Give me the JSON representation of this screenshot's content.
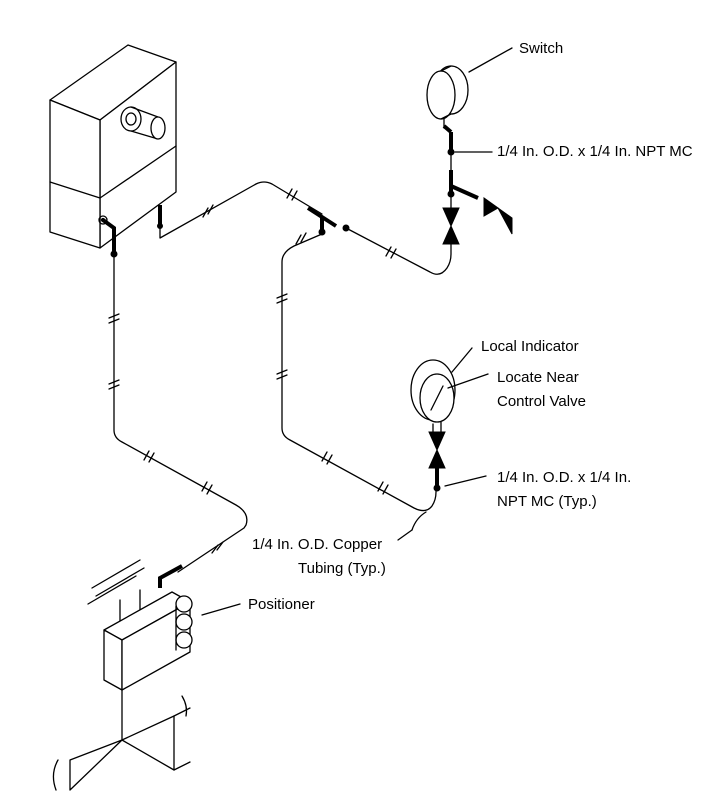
{
  "labels": {
    "switch": "Switch",
    "switch_fitting": "1/4 In. O.D. x 1/4 In. NPT MC",
    "local_indicator": "Local Indicator",
    "locate_near_line1": "Locate Near",
    "locate_near_line2": "Control Valve",
    "indicator_fitting_line1": "1/4 In. O.D. x 1/4 In.",
    "indicator_fitting_line2": "NPT MC (Typ.)",
    "tubing_line1": "1/4 In. O.D. Copper",
    "tubing_line2": "Tubing (Typ.)",
    "positioner": "Positioner"
  }
}
